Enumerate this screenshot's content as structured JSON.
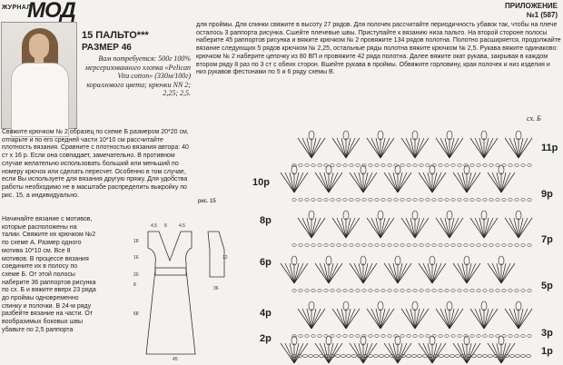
{
  "header": {
    "mag_small": "ЖУРНАЛ",
    "mag_logo": "МОД",
    "supplement": "ПРИЛОЖЕНИЕ",
    "issue": "№1 (587)"
  },
  "article": {
    "title": "15 ПАЛЬТО***",
    "size": "РАЗМЕР 46",
    "materials": "Вам потребуется: 500г 100% мерсеризованного хлопка «Pelican Vita cotton» (330м/100г) кораллового цвета; крючки NN 2; 2,25; 2,5.",
    "left_text": "Свяжите крючком № 2 образец по схеме Б размером 20*20 см, отпарьте и по его средней части 10*10 см рассчитайте плотность вязания. Сравните с плотностью вязания автора: 40 ст х 16 р. Если она совпадает, замечательно. В противном случае желательно использовать больший или меньший по номеру крючок или сделать пересчет. Особенно в том случае, если Вы используете для вязания другую пряжу. Для удобства работы необходимо не в масштабе распределить выкройку по рис. 15, а индивидуально.",
    "left_text2": "Начинайте вязание с мотивов, которые расположены на талии. Свяжите их крючком №2 по схеме А. Размер одного мотива 10*10 см. Все 8 мотивов. В процессе вязания соедините их в полосу по схеме Б. От этой полосы наберите 36 раппортов рисунка по сх. Б и вяжите вверх 23 ряда до проймы одновременно спинку и полочки. В 24-м ряду разбейте вязание на части. От вообразимых боковых швы убавьте по 2,5 раппорта",
    "right_text": "для проймы. Для спинки свяжите в высоту 27 рядов. Для полочек рассчитайте периодичность убавок так, чтобы на плече осталось 3 раппорта рисунка. Сшейте плечевые швы. Приступайте к вязанию низа пальто. На второй стороне полосы наберите 45 раппортов рисунка и вяжите крючком № 2 провяжите 134 рядов полотна. Полотно расширяется, продолжайте вязание следующих 5 рядов крючком № 2,25, остальные ряды полотна вяжите крючком № 2,5. Рукава вяжите одинаково: крючком № 2 наберите цепочку из 80 ВП и провяжите 42 ряда полотна. Далее вяжите окат рукава, закрывая в каждом втором ряду 8 раз по 3 ст с обеих сторон. Вшейте рукава в проймы. Обвяжите горловину, края полочек и низ изделия и низ рукавов фестонами по 5 и 6 ряду схемы В.",
    "fig_label": "рис. 15",
    "schema_label": "сх. Б",
    "row_labels_right": [
      "11р",
      "9р",
      "7р",
      "5р",
      "3р",
      "1р"
    ],
    "row_labels_left": [
      "10р",
      "8р",
      "6р",
      "4р",
      "2р"
    ],
    "fig_dims": [
      "4,5",
      "8",
      "4,5",
      "18",
      "16",
      "20",
      "8",
      "12",
      "68",
      "45",
      "36"
    ]
  }
}
